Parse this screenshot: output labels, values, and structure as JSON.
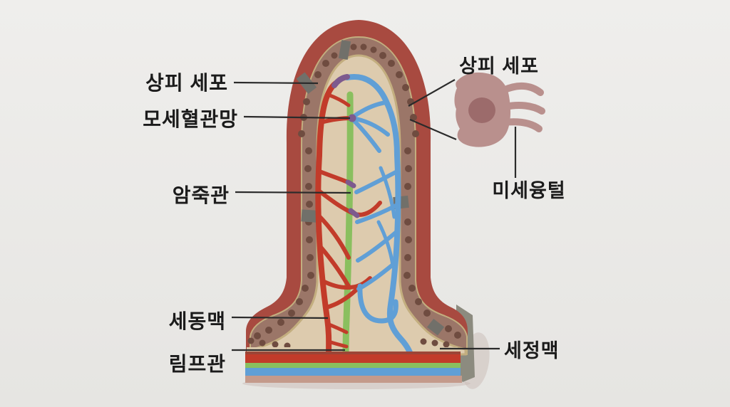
{
  "labels": {
    "epithelial_cell_left": "상피 세포",
    "capillary_network": "모세혈관망",
    "lacteal": "암죽관",
    "arteriole": "세동맥",
    "lymphatic_vessel": "림프관",
    "epithelial_cell_right": "상피 세포",
    "microvilli": "미세융털",
    "venule": "세정맥"
  },
  "colors": {
    "bg_top": "#efeeec",
    "bg_bottom": "#e6e5e2",
    "outer_layer": "#a84a40",
    "epithelium": "#9b7668",
    "nucleus_dot": "#6f4c40",
    "basement": "#c3ae7f",
    "interior": "#ddcbae",
    "artery": "#c23b2a",
    "artery_dark": "#9c4536",
    "vein": "#609fd6",
    "lacteal_green": "#8abf5f",
    "junction_purple": "#7d5a8e",
    "base_bottom": "#c49a8b",
    "side_face": "#8c8b7f",
    "shadow": "#c9bcb6",
    "cell_body": "#b9908d",
    "cell_nucleus": "#9c6b6b",
    "cell_patch": "#71706a",
    "pointer_line": "#2b2b2b",
    "text": "#1b1b1b"
  }
}
